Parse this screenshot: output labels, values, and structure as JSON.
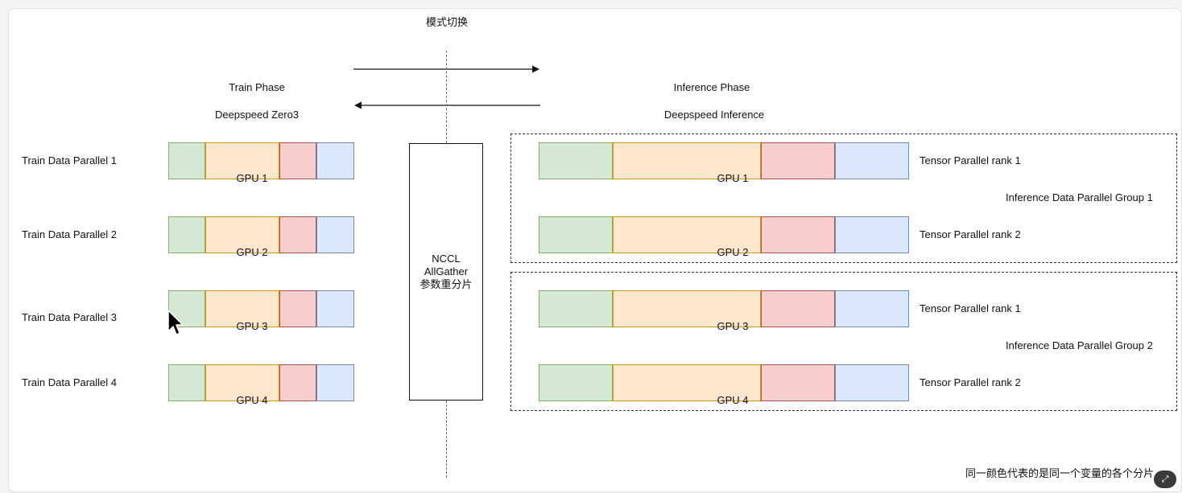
{
  "header": {
    "mode_switch": "模式切换",
    "train_phase": "Train Phase",
    "train_engine": "Deepspeed Zero3",
    "inference_phase": "Inference Phase",
    "inference_engine": "Deepspeed Inference"
  },
  "train_rows": [
    {
      "label": "Train Data Parallel 1",
      "gpu": "GPU 1"
    },
    {
      "label": "Train Data Parallel 2",
      "gpu": "GPU 2"
    },
    {
      "label": "Train Data Parallel 3",
      "gpu": "GPU 3"
    },
    {
      "label": "Train Data Parallel 4",
      "gpu": "GPU 4"
    }
  ],
  "nccl": {
    "line1": "NCCL",
    "line2": "AllGather",
    "line3": "参数重分片"
  },
  "inference_rows": [
    {
      "gpu": "GPU 1",
      "rank": "Tensor Parallel rank 1"
    },
    {
      "gpu": "GPU 2",
      "rank": "Tensor Parallel rank 2"
    },
    {
      "gpu": "GPU 3",
      "rank": "Tensor Parallel rank 1"
    },
    {
      "gpu": "GPU 4",
      "rank": "Tensor Parallel rank 2"
    }
  ],
  "groups": [
    {
      "label": "Inference Data Parallel Group 1"
    },
    {
      "label": "Inference Data Parallel Group 2"
    }
  ],
  "footnote": "同一颜色代表的是同一个变量的各个分片",
  "colors": {
    "segment_green": "#d5e8d4",
    "segment_orange": "#ffe6cc",
    "segment_red": "#f8cecc",
    "segment_blue": "#dae8fc"
  },
  "icons": {
    "cursor": "mouse-pointer-icon",
    "badge": "expand-icon"
  }
}
